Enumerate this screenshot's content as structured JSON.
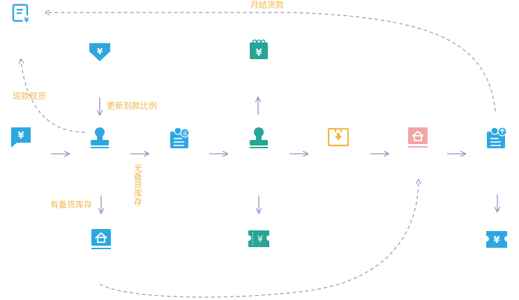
{
  "labels": {
    "monthly_settlement": "月结货款",
    "cash_on_delivery": "现款现货",
    "update_payment_ratio": "更新到款比例",
    "no_stock": "无备货库存",
    "has_stock": "有备货库存"
  },
  "colors": {
    "blue": "#2ea7e0",
    "green": "#27a596",
    "yellow": "#f4b63c",
    "pink": "#f2a5a5",
    "arrow": "#8f93c4",
    "label": "#f0b84a"
  },
  "icons": [
    "invoice-yen-icon",
    "yen-down-arrow-icon",
    "yen-calendar-icon",
    "yen-chat-bubble-icon",
    "stamp-icon",
    "application-form-icon",
    "stamp-green-icon",
    "inbox-download-icon",
    "warehouse-pink-icon",
    "upload-form-icon",
    "warehouse-blue-icon",
    "yen-ticket-green-icon",
    "yen-ticket-blue-icon"
  ]
}
